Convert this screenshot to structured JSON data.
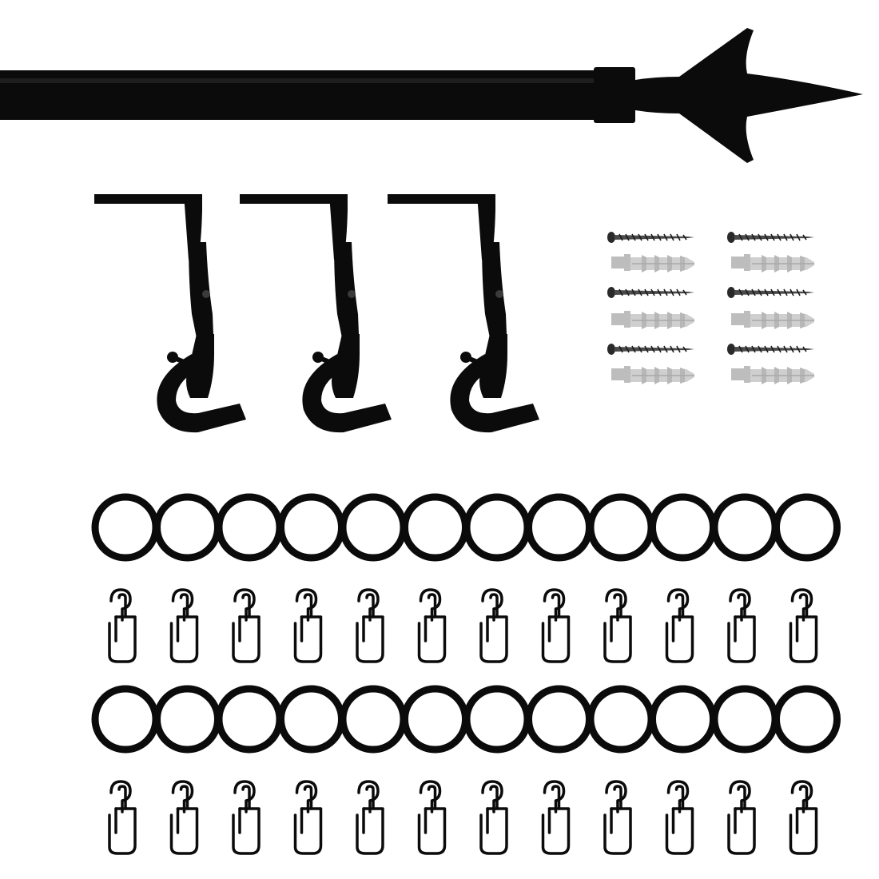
{
  "scene": {
    "background": "#ffffff",
    "ink": "#0b0b0b",
    "anchor_color": "#c8c8c8",
    "screw_color": "#3a3a3a"
  },
  "parts": {
    "rod": {
      "count": 1,
      "finial": "arrow"
    },
    "brackets": {
      "count": 3
    },
    "screws": {
      "count": 6
    },
    "wall_anchors": {
      "count": 6
    },
    "rings": {
      "count": 24
    },
    "clips": {
      "count": 24
    }
  }
}
